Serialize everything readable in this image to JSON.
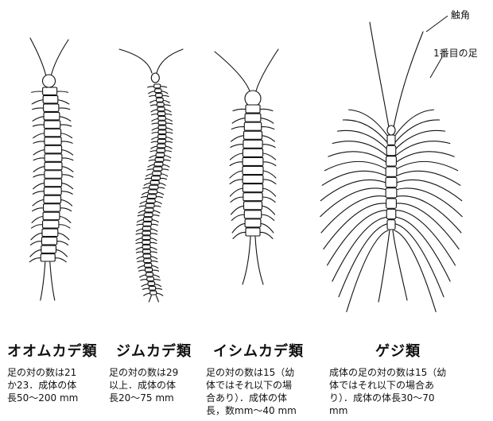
{
  "annotations": {
    "antenna": "触角",
    "first_leg": "1番目の足"
  },
  "species": [
    {
      "name": "オオムカデ類",
      "desc": [
        "足の対の数は21",
        "か23．成体の体",
        "長50〜200 mm"
      ]
    },
    {
      "name": "ジムカデ類",
      "desc": [
        "足の対の数は29",
        "以上．成体の体",
        "長20〜75 mm"
      ]
    },
    {
      "name": "イシムカデ類",
      "desc": [
        "足の対の数は15（幼",
        "体ではそれ以下の場",
        "合あり）．成体の体",
        "長，数mm〜40 mm"
      ]
    },
    {
      "name": "ゲジ類",
      "desc": [
        "成体の足の対の数は15（幼",
        "体ではそれ以下の場合あ",
        "り）．成体の体長30〜70",
        "mm"
      ]
    }
  ]
}
